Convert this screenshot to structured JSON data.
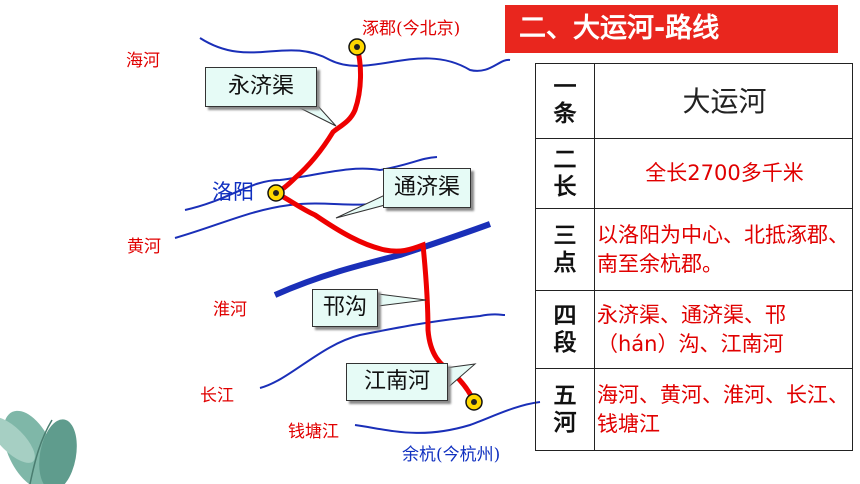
{
  "map": {
    "labels": {
      "zhuojun": "涿郡(今北京)",
      "haihe": "海河",
      "luoyang": "洛阳",
      "huanghe": "黄河",
      "huaihe": "淮河",
      "changjiang": "长江",
      "qiantangjiang": "钱塘江",
      "yuhang": "余杭(今杭州)"
    },
    "callouts": {
      "yongjiqu": "永济渠",
      "tongjiqu": "通济渠",
      "hangou": "邗沟",
      "jiangnanhe": "江南河"
    },
    "colors": {
      "canal": "#ee0000",
      "river": "#1a2fb8",
      "city_marker": "#ffd800"
    }
  },
  "title": "二、大运河-路线",
  "summary": [
    {
      "num": [
        "一",
        "条"
      ],
      "text": "大运河"
    },
    {
      "num": [
        "二",
        "长"
      ],
      "text": "全长2700多千米"
    },
    {
      "num": [
        "三",
        "点"
      ],
      "text": "以洛阳为中心、北抵涿郡、南至余杭郡。"
    },
    {
      "num": [
        "四",
        "段"
      ],
      "text": "永济渠、通济渠、邗（hán）沟、江南河"
    },
    {
      "num": [
        "五",
        "河"
      ],
      "text": "海河、黄河、淮河、长江、钱塘江"
    }
  ]
}
